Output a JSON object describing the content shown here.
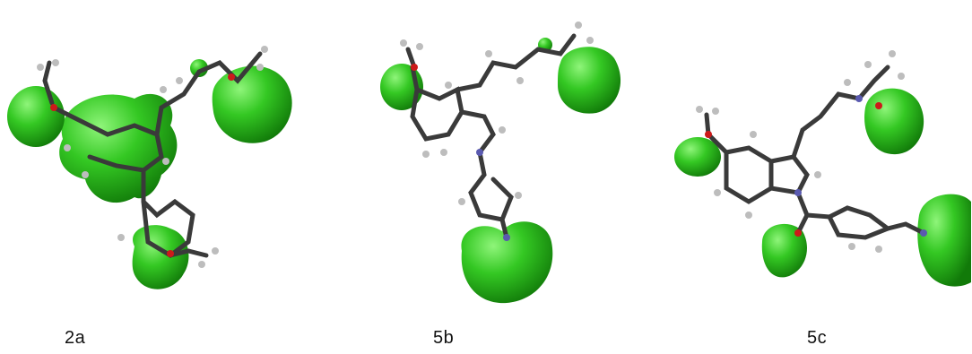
{
  "figure": {
    "panels": [
      {
        "id": "2a",
        "label": "2a"
      },
      {
        "id": "5b",
        "label": "5b"
      },
      {
        "id": "5c",
        "label": "5c"
      }
    ]
  },
  "colors": {
    "lobe": "#2fc21f",
    "lobe_light": "#7df06a",
    "lobe_dark": "#158a0c",
    "bond_carbon": "#3a3a3a",
    "hydrogen": "#bdbdbd",
    "oxygen": "#cc1a1a",
    "nitrogen": "#5a5ab0",
    "background": "#ffffff"
  }
}
